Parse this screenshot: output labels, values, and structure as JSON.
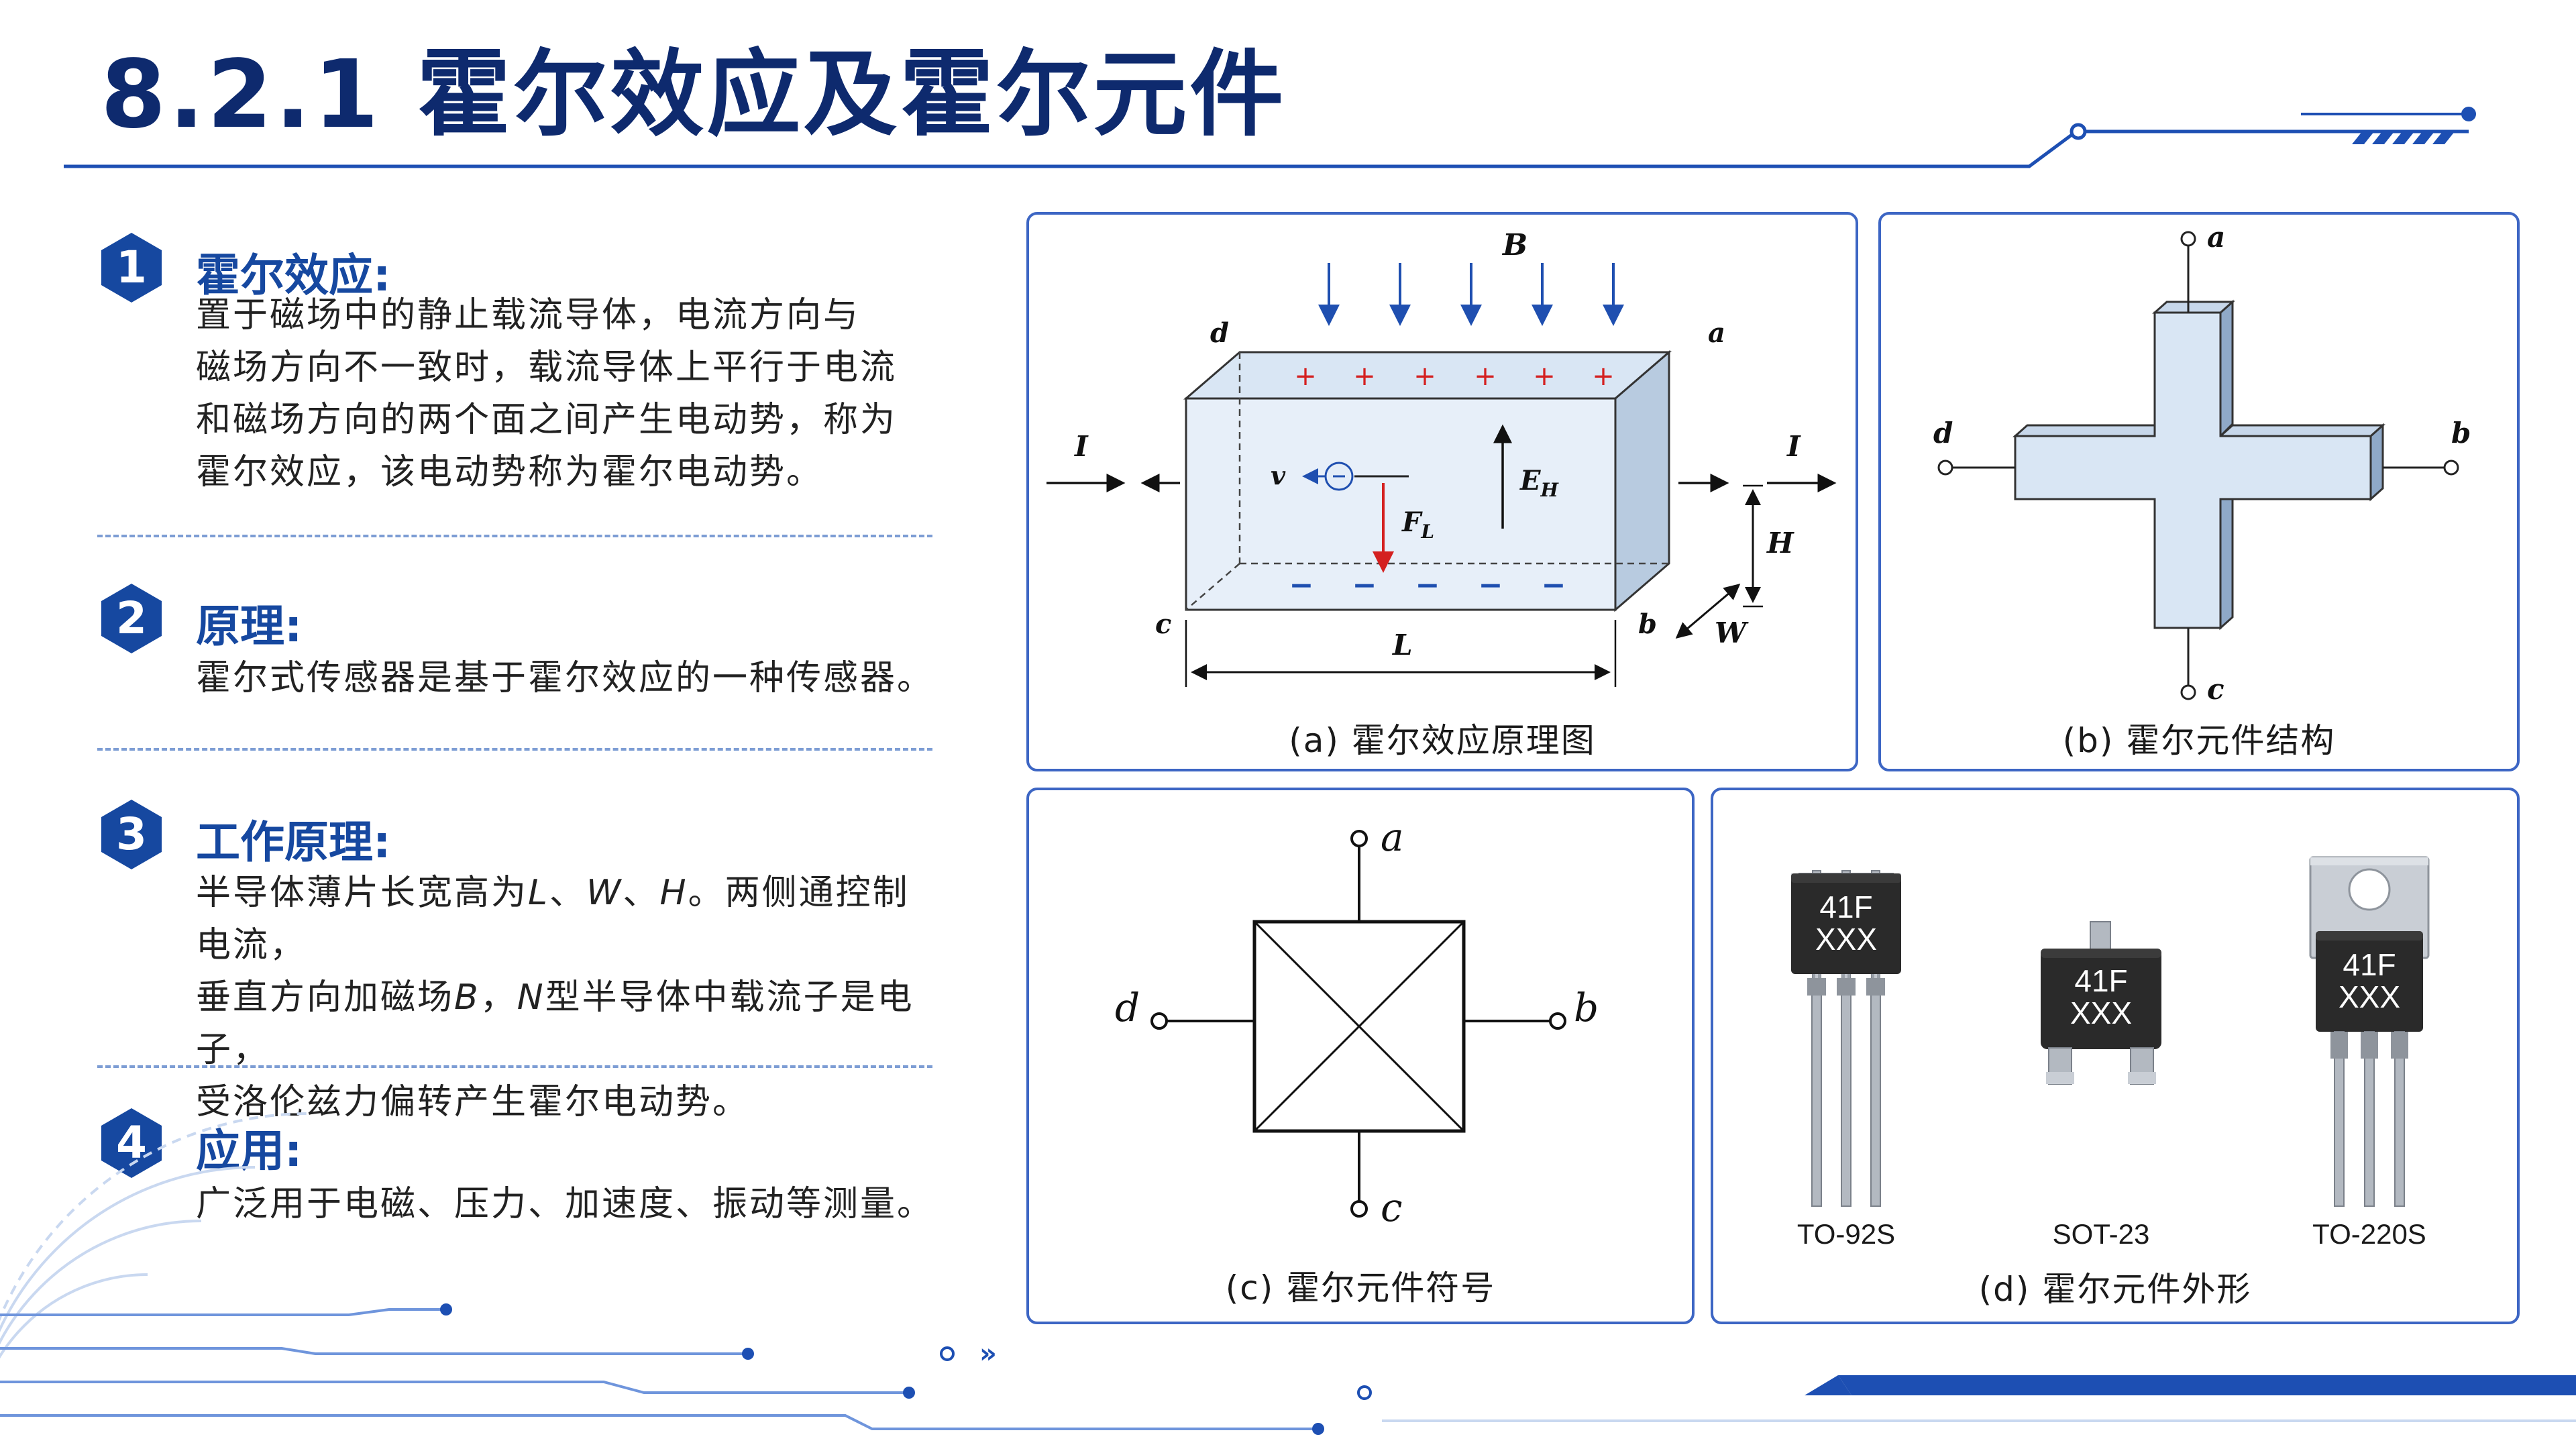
{
  "title": "8.2.1 霍尔效应及霍尔元件",
  "colors": {
    "title": "#0e2a6e",
    "accent": "#1648a0",
    "panel_border": "#3d66c4"
  },
  "sections": [
    {
      "num": "1",
      "title": "霍尔效应:",
      "lines": [
        "置于磁场中的静止载流导体，电流方向与",
        "磁场方向不一致时，载流导体上平行于电流",
        "和磁场方向的两个面之间产生电动势，称为",
        "霍尔效应，该电动势称为霍尔电动势。"
      ]
    },
    {
      "num": "2",
      "title": "原理:",
      "lines": [
        "霍尔式传感器是基于霍尔效应的一种传感器。"
      ]
    },
    {
      "num": "3",
      "title": "工作原理:",
      "line1": {
        "a": "半导体薄片长宽高为",
        "L": "L",
        "s1": "、",
        "W": "W",
        "s2": "、",
        "H": "H",
        "b": "。两侧通控制电流，"
      },
      "line2": {
        "a": "垂直方向加磁场",
        "B": "B",
        "b": "，",
        "N": "N",
        "c": "型半导体中载流子是电子，"
      },
      "line3": "受洛伦兹力偏转产生霍尔电动势。"
    },
    {
      "num": "4",
      "title": "应用:",
      "lines": [
        "广泛用于电磁、压力、加速度、振动等测量。"
      ]
    }
  ],
  "figures": {
    "a": {
      "caption": "(a) 霍尔效应原理图",
      "labels": {
        "B": "B",
        "d": "d",
        "a": "a",
        "c": "c",
        "b": "b",
        "I_left": "I",
        "I_right": "I",
        "v": "v",
        "FL": "F",
        "FL_sub": "L",
        "EH": "E",
        "EH_sub": "H",
        "H": "H",
        "W": "W",
        "L": "L",
        "plus": "+",
        "minus": "−"
      }
    },
    "b": {
      "caption": "(b) 霍尔元件结构",
      "labels": {
        "a": "a",
        "b": "b",
        "c": "c",
        "d": "d"
      }
    },
    "c": {
      "caption": "(c) 霍尔元件符号",
      "labels": {
        "a": "a",
        "b": "b",
        "c": "c",
        "d": "d"
      }
    },
    "d": {
      "caption": "(d) 霍尔元件外形",
      "packages": [
        {
          "name": "TO-92S",
          "line1": "41F",
          "line2": "XXX"
        },
        {
          "name": "SOT-23",
          "line1": "41F",
          "line2": "XXX"
        },
        {
          "name": "TO-220S",
          "line1": "41F",
          "line2": "XXX"
        }
      ]
    }
  }
}
